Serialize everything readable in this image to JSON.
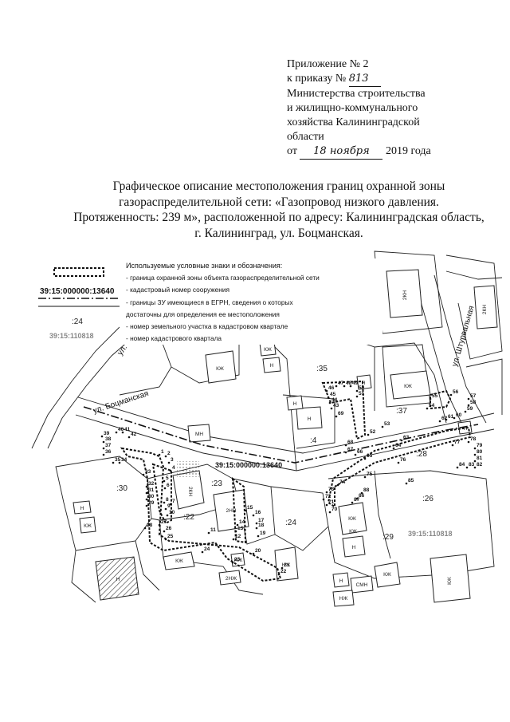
{
  "header": {
    "appendix": "Приложение № 2",
    "order_prefix": "к приказу №",
    "order_number": "813",
    "ministry_lines": [
      "Министерства строительства",
      "и жилищно-коммунального",
      "хозяйства Калининградской",
      "области"
    ],
    "date_prefix": "от",
    "date_handwritten": "18 ноября",
    "date_year": "2019 года"
  },
  "title_lines": [
    "Графическое описание местоположения границ охранной зоны",
    "газораспределительной сети: «Газопровод низкого давления.",
    "Протяженность: 239 м», расположенной по адресу: Калининградская область,",
    "г. Калининград, ул. Боцманская."
  ],
  "legend": {
    "heading": "Используемые  условные знаки и обозначения:",
    "cadastral_sample": "39:15:000000:13640",
    "parcel_sample": ":24",
    "quarter_sample": "39:15:110818",
    "items": [
      "- граница охранной зоны объекта газораспределительной сети",
      "- кадастровый номер сооружения",
      "- границы ЗУ имеющиеся в ЕГРН, сведения о которых",
      "  достаточны для определения ее местоположения",
      "- номер земельного участка в кадастровом квартале",
      "- номер кадастрового квартала"
    ]
  },
  "map": {
    "streets": [
      "ул. Боцманская",
      "ул. Штурвальная",
      "ул."
    ],
    "structure_id": "39:15:000000:13640",
    "quarter_id": "39:15:110818",
    "parcels": [
      ":35",
      ":37",
      ":4",
      ":28",
      ":30",
      ":23",
      ":22",
      ":24",
      ":26",
      ":29"
    ],
    "buildings": [
      "КЖ",
      "Н",
      "МН",
      "2КН",
      "2НН",
      "КЖ",
      "Н",
      "КЖ",
      "НЖ",
      "Н",
      "КЖ",
      "2КН",
      "2КН",
      "КЖ",
      "Н",
      "Н",
      "НЖ",
      "СМН",
      "КЖ",
      "Н",
      "Н",
      "КЖ",
      "Н",
      "НЖ",
      "2НЖ",
      "КЖ",
      "Н",
      "КЖ"
    ],
    "points": [
      "1",
      "2",
      "3",
      "4",
      "5",
      "6",
      "7",
      "8",
      "9",
      "10",
      "11",
      "12",
      "13",
      "14",
      "15",
      "16",
      "17",
      "18",
      "19",
      "20",
      "21",
      "22",
      "23",
      "24",
      "25",
      "26",
      "27",
      "28",
      "29",
      "30",
      "31",
      "32",
      "33",
      "34",
      "35",
      "36",
      "37",
      "38",
      "39",
      "40",
      "41",
      "42",
      "43",
      "44",
      "45",
      "46",
      "47",
      "48",
      "49",
      "50",
      "51",
      "52",
      "53",
      "54",
      "55",
      "56",
      "57",
      "58",
      "59",
      "60",
      "61",
      "62",
      "63",
      "64",
      "65",
      "66",
      "67",
      "68",
      "69",
      "70",
      "71",
      "72",
      "73",
      "74",
      "75",
      "76",
      "77",
      "78",
      "79",
      "80",
      "81",
      "82",
      "83",
      "84",
      "85",
      "86",
      "87",
      "88"
    ]
  }
}
